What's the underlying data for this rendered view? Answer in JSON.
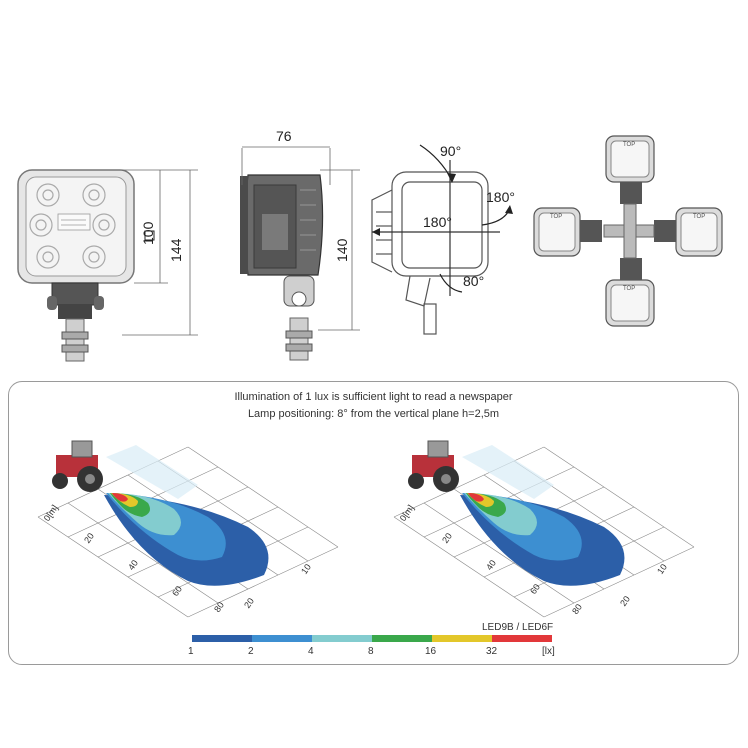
{
  "dimensions": {
    "front_square": "100",
    "front_height": "144",
    "side_width": "76",
    "side_height": "140"
  },
  "rotation": {
    "top_angle": "90°",
    "left_angle": "180°",
    "right_angle": "180°",
    "bottom_angle": "80°"
  },
  "mount_labels": {
    "top": "TOP",
    "left": "TOP",
    "right": "TOP",
    "bottom": "TOP"
  },
  "illumination": {
    "caption_line1": "Illumination of 1 lux is sufficient light to read a newspaper",
    "caption_line2": "Lamp positioning: 8° from the vertical plane h=2,5m",
    "grid_labels": {
      "axis_unit": "0[m]",
      "d20": "20",
      "d40": "40",
      "d60": "60",
      "d80": "80",
      "s10": "10",
      "s20": "20"
    },
    "model_label": "LED9B / LED6F",
    "scale_ticks": [
      "1",
      "2",
      "4",
      "8",
      "16",
      "32",
      "[lx]"
    ],
    "scale_colors": [
      "#2c5fa8",
      "#3d8fd1",
      "#83cccf",
      "#3aa84b",
      "#e3c72a",
      "#e2383a"
    ]
  }
}
